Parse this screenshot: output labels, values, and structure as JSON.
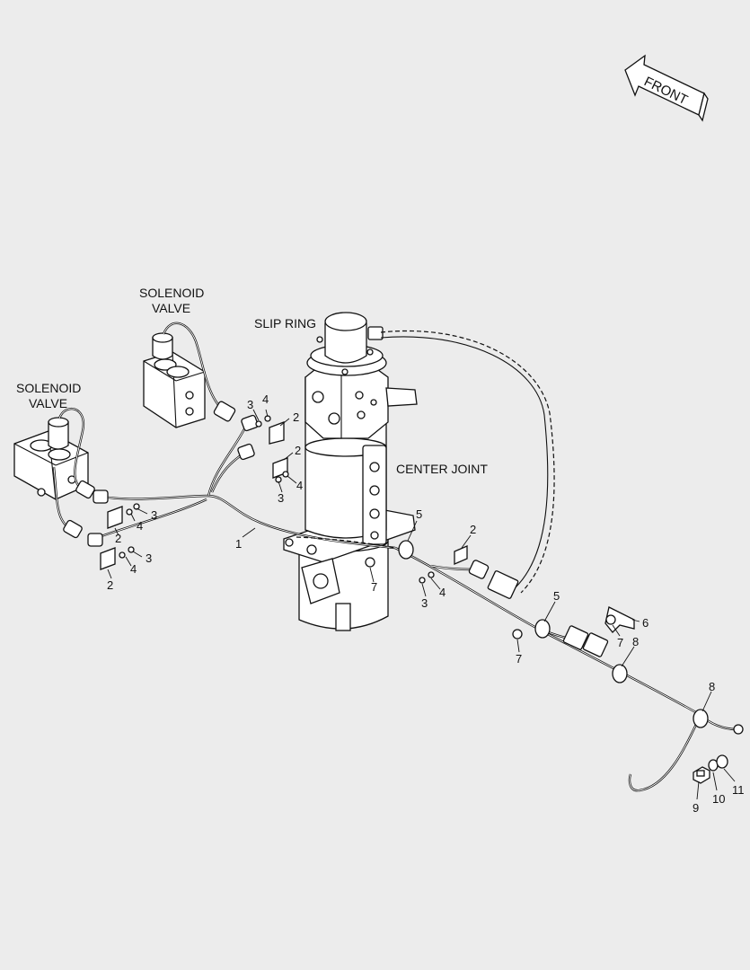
{
  "labels": {
    "front": "FRONT",
    "solenoid_valve_upper_line1": "SOLENOID",
    "solenoid_valve_upper_line2": "VALVE",
    "solenoid_valve_left_line1": "SOLENOID",
    "solenoid_valve_left_line2": "VALVE",
    "slip_ring": "SLIP RING",
    "center_joint": "CENTER JOINT"
  },
  "callouts": {
    "n1": "1",
    "n2a": "2",
    "n2b": "2",
    "n2c": "2",
    "n2d": "2",
    "n2e": "2",
    "n3a": "3",
    "n3b": "3",
    "n3c": "3",
    "n3d": "3",
    "n3e": "3",
    "n4a": "4",
    "n4b": "4",
    "n4c": "4",
    "n4d": "4",
    "n4e": "4",
    "n5a": "5",
    "n5b": "5",
    "n6": "6",
    "n7a": "7",
    "n7b": "7",
    "n7c": "7",
    "n8a": "8",
    "n8b": "8",
    "n9": "9",
    "n10": "10",
    "n11": "11"
  }
}
